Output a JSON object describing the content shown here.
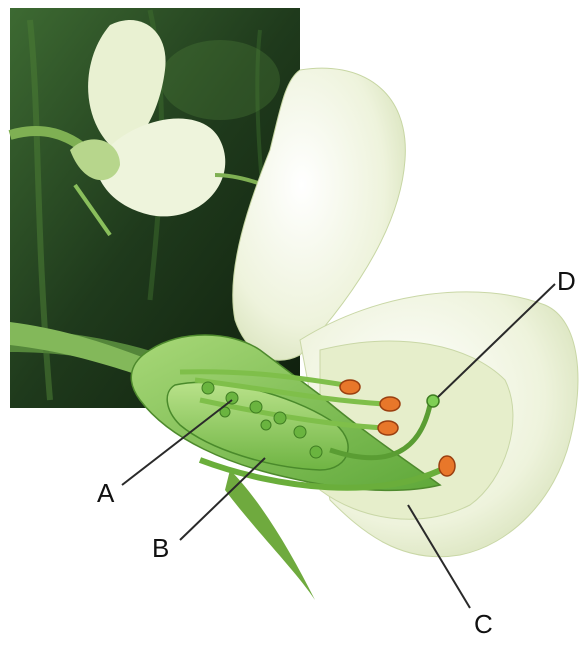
{
  "diagram": {
    "labels": {
      "a": "A",
      "b": "B",
      "c": "C",
      "d": "D"
    },
    "colors": {
      "background_photo": "#1f3a1c",
      "petal": "#eef3dc",
      "petal_shadow": "#d6e0bd",
      "pistil": "#7fbf4a",
      "ovule": "#5fa83a",
      "anther": "#e8772a",
      "leader_line": "#2a2a2a"
    },
    "icons": [
      "pea-flower-photo",
      "flower-cross-section"
    ]
  }
}
